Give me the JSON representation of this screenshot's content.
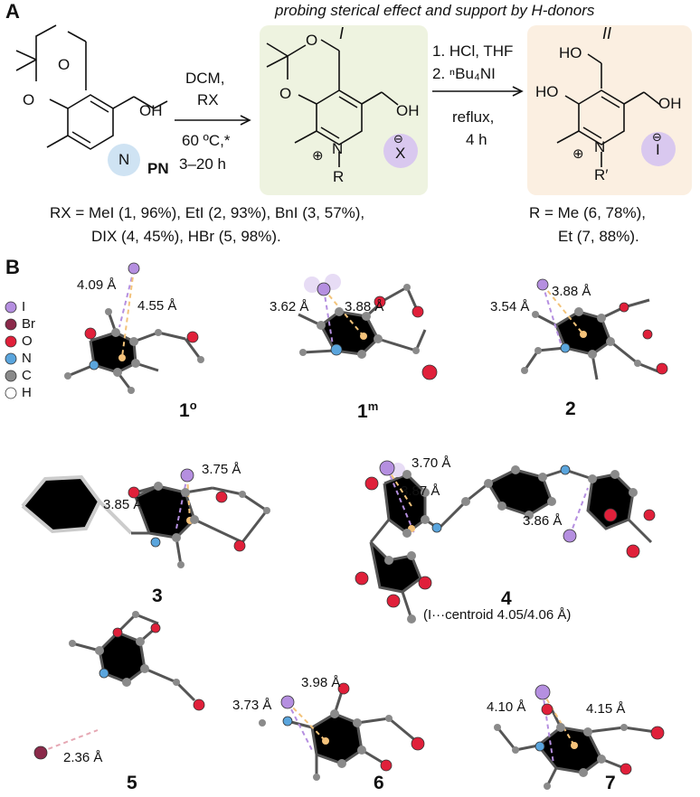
{
  "panelA": {
    "letter": "A",
    "title": "probing sterical effect and support by H-donors",
    "pn_label": "PN",
    "step1": {
      "line1": "DCM,",
      "line2": "RX",
      "line3": "60 ºC,*",
      "line4": "3–20 h"
    },
    "step2": {
      "line1": "1. HCl, THF",
      "line2": "2. ⁿBu₄NI",
      "line3": "reflux,",
      "line4": "4 h"
    },
    "intermediate_I": "I",
    "intermediate_II": "II",
    "atoms": {
      "O": "O",
      "OH": "OH",
      "HO": "HO",
      "N": "N",
      "Nplus": "N",
      "R": "R",
      "Rprime": "R′",
      "X": "X",
      "I": "I",
      "plus": "⊕",
      "minus": "⊖"
    },
    "yields_left_line1": "RX = MeI (1, 96%), EtI (2, 93%), BnI (3, 57%),",
    "yields_left_line2": "DIX (4, 45%), HBr (5, 98%).",
    "yields_right_line1": "R = Me (6, 78%),",
    "yields_right_line2": "Et (7, 88%).",
    "colors": {
      "box_I": "#eef3e0",
      "box_II": "#fbefe1",
      "pn_highlight": "#cfe3f3",
      "anion": "#d9c8ef"
    }
  },
  "panelB": {
    "letter": "B",
    "legend": [
      {
        "symbol": "I",
        "color": "#b58fe0",
        "icon": "iodine-sphere-icon"
      },
      {
        "symbol": "Br",
        "color": "#8b2a4a",
        "icon": "bromine-sphere-icon"
      },
      {
        "symbol": "O",
        "color": "#e0203a",
        "icon": "oxygen-sphere-icon"
      },
      {
        "symbol": "N",
        "color": "#5aa5dd",
        "icon": "nitrogen-sphere-icon"
      },
      {
        "symbol": "C",
        "color": "#8a8a8a",
        "icon": "carbon-sphere-icon"
      },
      {
        "symbol": "H",
        "color": "#ffffff",
        "icon": "hydrogen-sphere-icon"
      }
    ],
    "structures": [
      {
        "label": "1",
        "sup": "o",
        "distances": [
          "4.09 Å",
          "4.55 Å"
        ]
      },
      {
        "label": "1",
        "sup": "m",
        "distances": [
          "3.62 Å",
          "3.88 Å"
        ]
      },
      {
        "label": "2",
        "sup": "",
        "distances": [
          "3.54 Å",
          "3.88 Å"
        ]
      },
      {
        "label": "3",
        "sup": "",
        "distances": [
          "3.75 Å",
          "3.85 Å"
        ]
      },
      {
        "label": "4",
        "sup": "",
        "distances": [
          "3.70 Å",
          "3.87 Å",
          "3.86 Å"
        ],
        "note": "(I···centroid 4.05/4.06 Å)"
      },
      {
        "label": "5",
        "sup": "",
        "distances": [
          "2.36 Å"
        ]
      },
      {
        "label": "6",
        "sup": "",
        "distances": [
          "3.73 Å",
          "3.98 Å"
        ]
      },
      {
        "label": "7",
        "sup": "",
        "distances": [
          "4.10 Å",
          "4.15 Å"
        ]
      }
    ]
  }
}
